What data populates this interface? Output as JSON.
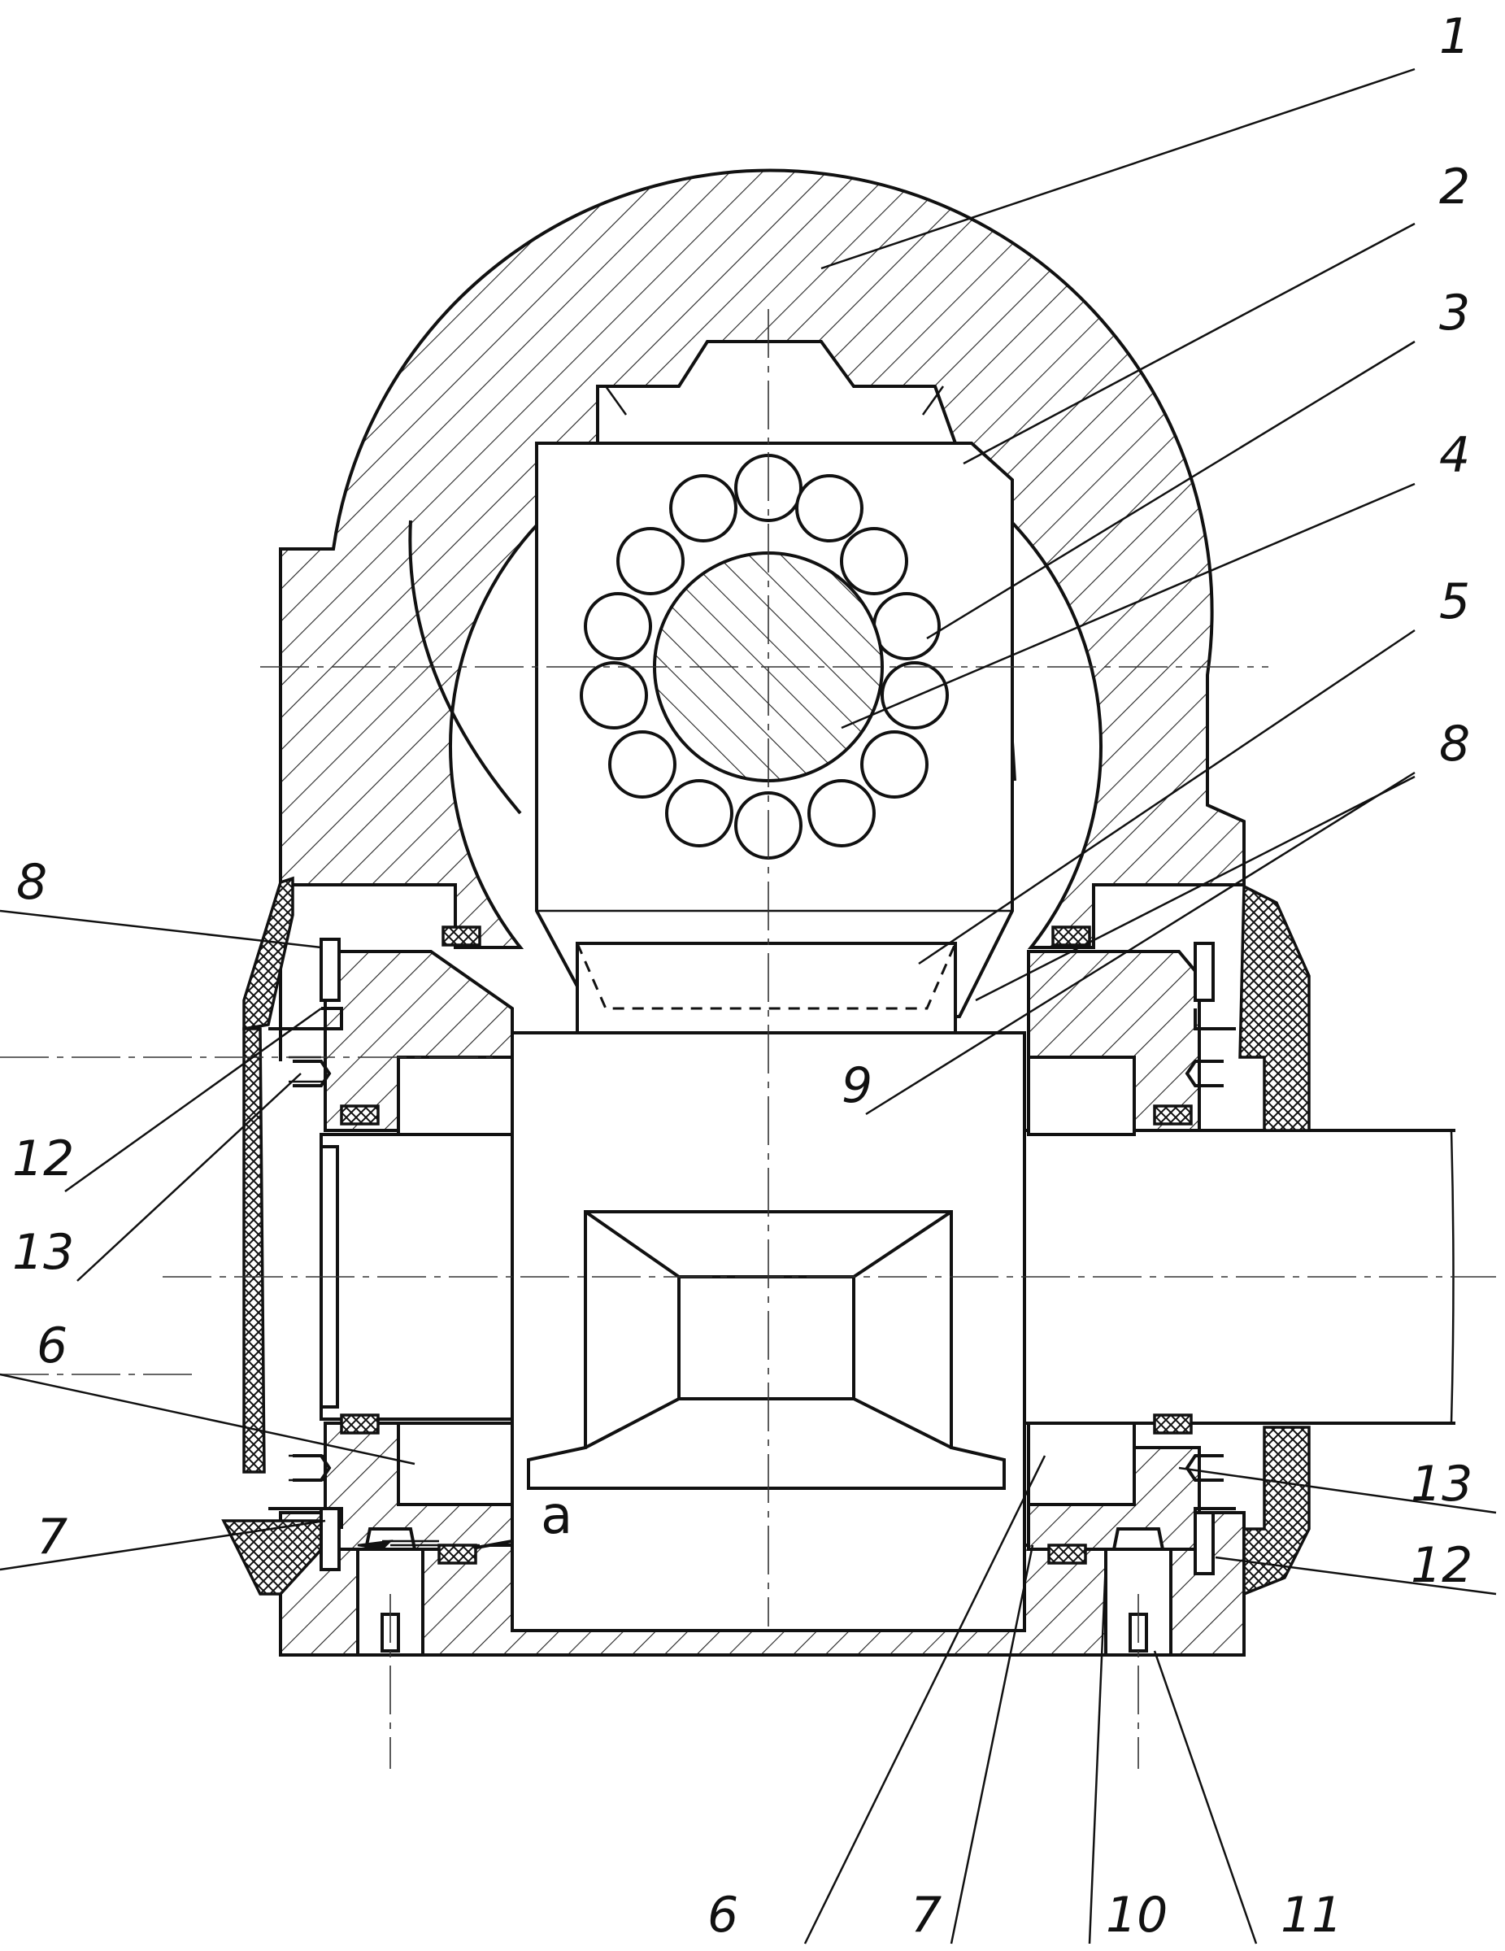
{
  "figure": {
    "part_labels": [
      {
        "id": "1",
        "text": "1"
      },
      {
        "id": "2",
        "text": "2"
      },
      {
        "id": "3",
        "text": "3"
      },
      {
        "id": "4",
        "text": "4"
      },
      {
        "id": "5",
        "text": "5"
      },
      {
        "id": "8r",
        "text": "8"
      },
      {
        "id": "8l",
        "text": "8"
      },
      {
        "id": "9",
        "text": "9"
      },
      {
        "id": "12l",
        "text": "12"
      },
      {
        "id": "13l",
        "text": "13"
      },
      {
        "id": "6l",
        "text": "6"
      },
      {
        "id": "a",
        "text": "a"
      },
      {
        "id": "7l",
        "text": "7"
      },
      {
        "id": "13r",
        "text": "13"
      },
      {
        "id": "12r",
        "text": "12"
      },
      {
        "id": "6b",
        "text": "6"
      },
      {
        "id": "7b",
        "text": "7"
      },
      {
        "id": "10",
        "text": "10"
      },
      {
        "id": "11",
        "text": "11"
      }
    ]
  }
}
